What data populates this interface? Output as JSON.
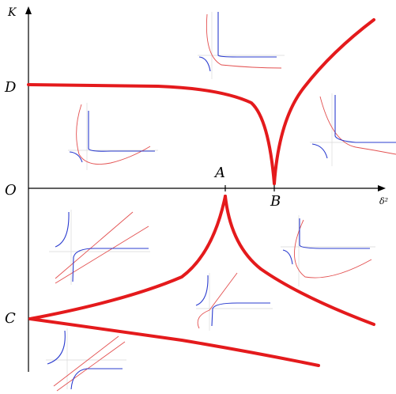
{
  "axes": {
    "y_label": "K",
    "x_label": "δ²",
    "origin_label": "O"
  },
  "points": {
    "D": "D",
    "C": "C",
    "A": "A",
    "B": "B"
  },
  "colors": {
    "curve": "#e41a1c",
    "inset_blue": "#2b3ccf",
    "inset_red": "#e35050",
    "axis": "#000000"
  }
}
